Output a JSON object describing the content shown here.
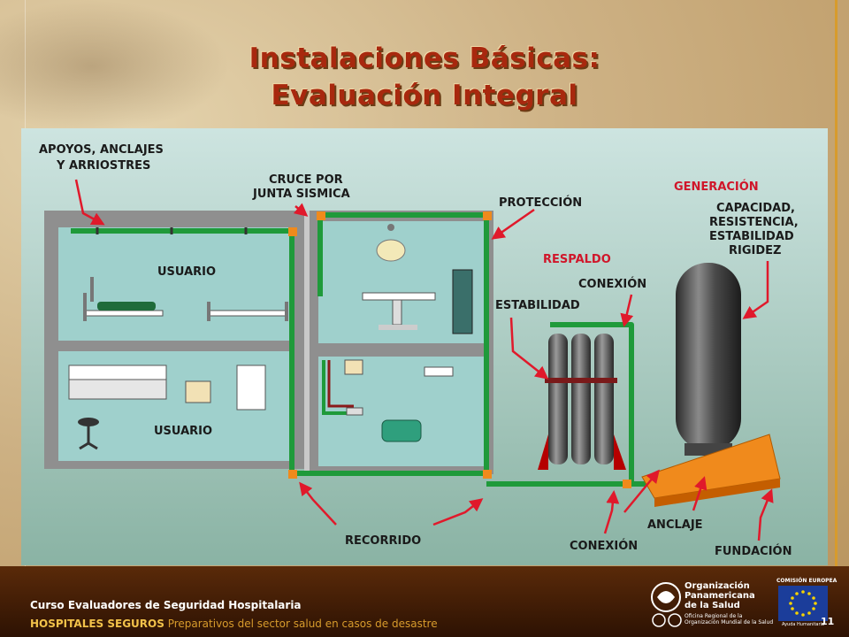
{
  "slide": {
    "title_line1": "Instalaciones Básicas:",
    "title_line2": "Evaluación Integral",
    "page_number": "11"
  },
  "diagram": {
    "labels": {
      "apoyos": [
        "APOYOS, ANCLAJES",
        "Y ARRIOSTRES"
      ],
      "cruce": [
        "CRUCE POR",
        "JUNTA SISMICA"
      ],
      "proteccion": "PROTECCIÓN",
      "generacion": "GENERACIÓN",
      "capacidad": [
        "CAPACIDAD,",
        "RESISTENCIA,",
        "ESTABILIDAD",
        "RIGIDEZ"
      ],
      "respaldo": "RESPALDO",
      "conexion_top": "CONEXIÓN",
      "estabilidad": "ESTABILIDAD",
      "usuario_top": "USUARIO",
      "usuario_bottom": "USUARIO",
      "recorrido": "RECORRIDO",
      "conexion_bottom": "CONEXIÓN",
      "anclaje": "ANCLAJE",
      "fundacion": "FUNDACIÓN"
    },
    "colors": {
      "pipe": "#1f9a3a",
      "joint": "#f08a1c",
      "arrow": "#e0192b",
      "room": "#9fd0cc",
      "wall": "#8f8f8f",
      "accent_red": "#d0162a"
    }
  },
  "footer": {
    "course": "Curso Evaluadores de Seguridad Hospitalaria",
    "program": "HOSPITALES SEGUROS",
    "tagline": "Preparativos del sector salud en casos de desastre",
    "org_name": [
      "Organización",
      "Panamericana",
      "de la Salud"
    ],
    "org_sub": [
      "Oficina Regional de la",
      "Organización Mundial de la Salud"
    ],
    "eu_label": "COMISIÓN EUROPEA",
    "eu_sub": "Ayuda Humanitaria"
  }
}
